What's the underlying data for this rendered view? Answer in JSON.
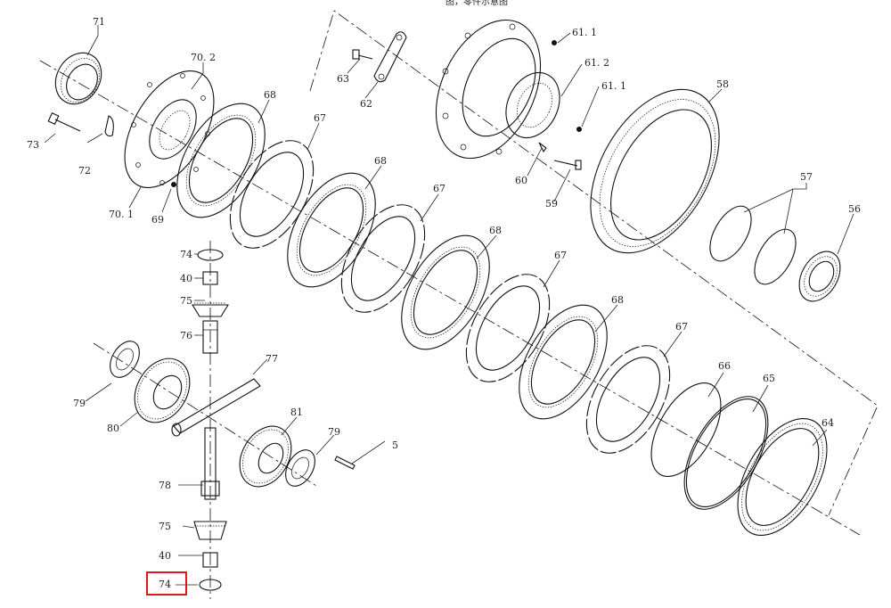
{
  "header_fragment": "图，零件示意图",
  "highlighted_part": "74",
  "labels": {
    "l71": "71",
    "l70_2": "70. 2",
    "l73": "73",
    "l72": "72",
    "l70_1": "70. 1",
    "l69": "69",
    "l68a": "68",
    "l67a": "67",
    "l68b": "68",
    "l67b": "67",
    "l68c": "68",
    "l67c": "67",
    "l68d": "68",
    "l67d": "67",
    "l66": "66",
    "l65": "65",
    "l64": "64",
    "l63": "63",
    "l62": "62",
    "l61_1a": "61. 1",
    "l61_2": "61. 2",
    "l61_1b": "61. 1",
    "l60": "60",
    "l59": "59",
    "l58": "58",
    "l57": "57",
    "l56": "56",
    "l74a": "74",
    "l40a": "40",
    "l75a": "75",
    "l76": "76",
    "l77": "77",
    "l79a": "79",
    "l80": "80",
    "l81": "81",
    "l79b": "79",
    "l5": "5",
    "l78": "78",
    "l75b": "75",
    "l40b": "40",
    "l74b": "74"
  },
  "colors": {
    "highlight": "#e0161e",
    "ink": "#111111"
  }
}
